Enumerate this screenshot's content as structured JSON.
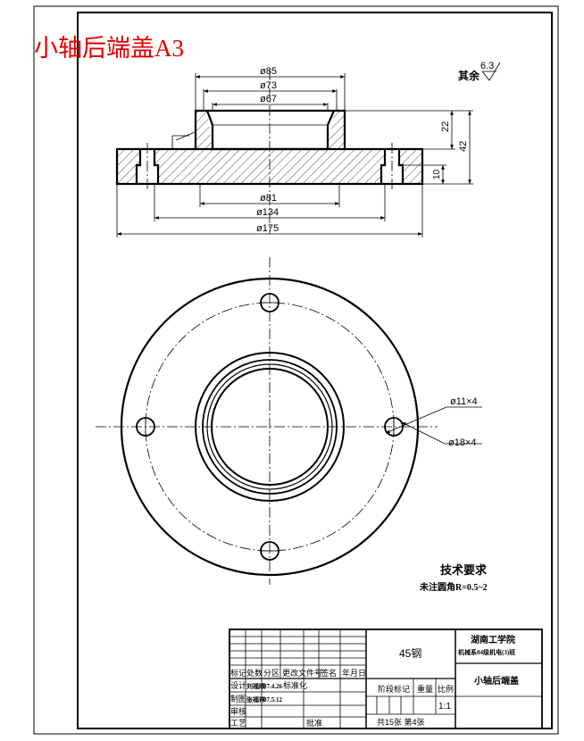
{
  "title_banner": "小轴后端盖A3",
  "surface_note": {
    "label": "其余",
    "value": "6.3"
  },
  "section_view": {
    "dims_horizontal": [
      "ø85",
      "ø73",
      "ø67",
      "ø81",
      "ø134",
      "ø175"
    ],
    "dims_vertical": [
      "22",
      "42",
      "10"
    ]
  },
  "plan_view": {
    "hole_small": "ø11×4",
    "hole_large": "ø18×4"
  },
  "tech_requirements": {
    "heading": "技术要求",
    "line1": "未注圆角R=0.5~2"
  },
  "title_block": {
    "material": "45钢",
    "school": "湖南工学院",
    "class_name": "机械系04级机电(3)班",
    "part_name": "小轴后端盖",
    "header_labels": [
      "标记",
      "处数",
      "分区",
      "更改文件号",
      "签名",
      "年月日"
    ],
    "row_design": {
      "label": "设计",
      "name": "刘福顺",
      "date": "07.4.26",
      "std": "标准化"
    },
    "row_draw": {
      "label": "制图",
      "name": "张福祥",
      "date": "07.5.12"
    },
    "row_check": "审核",
    "row_process": "工艺",
    "approve": "批准",
    "stage_labels": [
      "阶段标记",
      "重量",
      "比例"
    ],
    "scale": "1:1",
    "sheets": "共15张 第4张"
  }
}
